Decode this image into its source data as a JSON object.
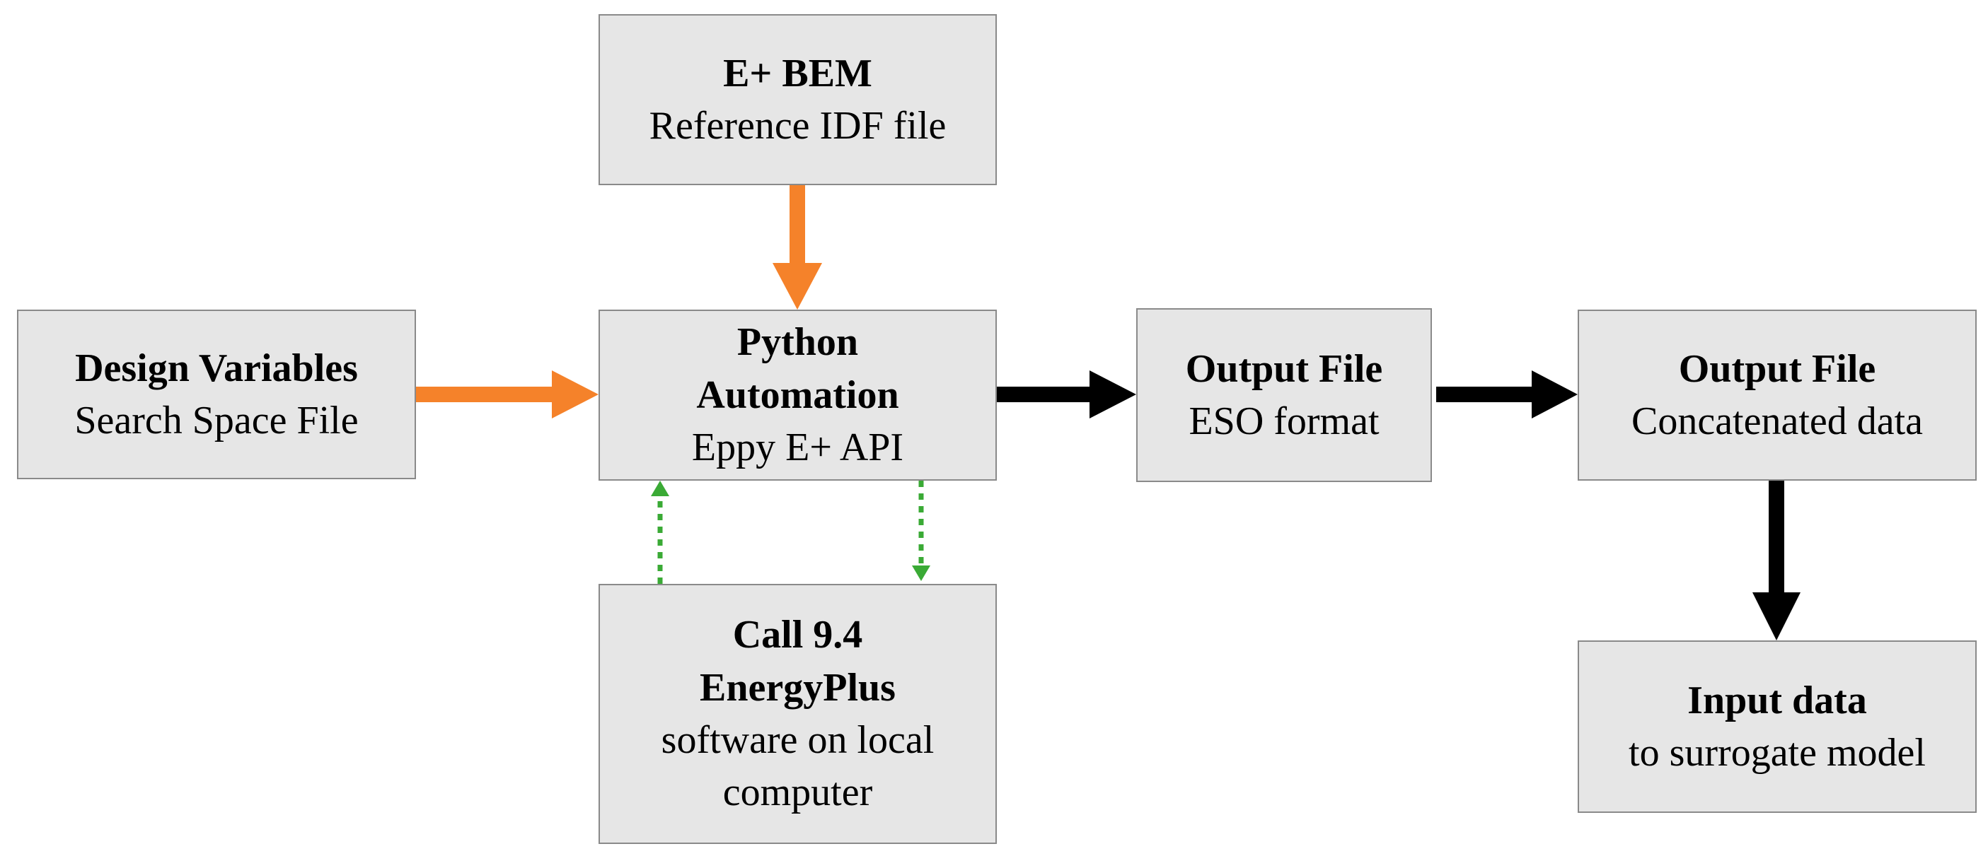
{
  "colors": {
    "box_fill": "#e6e6e6",
    "box_border": "#8a8a8a",
    "input_arrow": "#f5822a",
    "flow_arrow": "#000000",
    "call_arrow": "#3aaa35"
  },
  "boxes": {
    "ebem": {
      "title": "E+ BEM",
      "sub": "Reference IDF file"
    },
    "design": {
      "title": "Design Variables",
      "sub": "Search Space File"
    },
    "python": {
      "title_line1": "Python",
      "title_line2": "Automation",
      "sub": "Eppy E+ API"
    },
    "call": {
      "title_line1": "Call 9.4",
      "title_line2": "EnergyPlus",
      "sub_line1": "software on local",
      "sub_line2": "computer"
    },
    "eso": {
      "title": "Output File",
      "sub": "ESO format"
    },
    "concat": {
      "title": "Output File",
      "sub": "Concatenated data"
    },
    "input": {
      "title": "Input data",
      "sub": "to surrogate model"
    }
  }
}
